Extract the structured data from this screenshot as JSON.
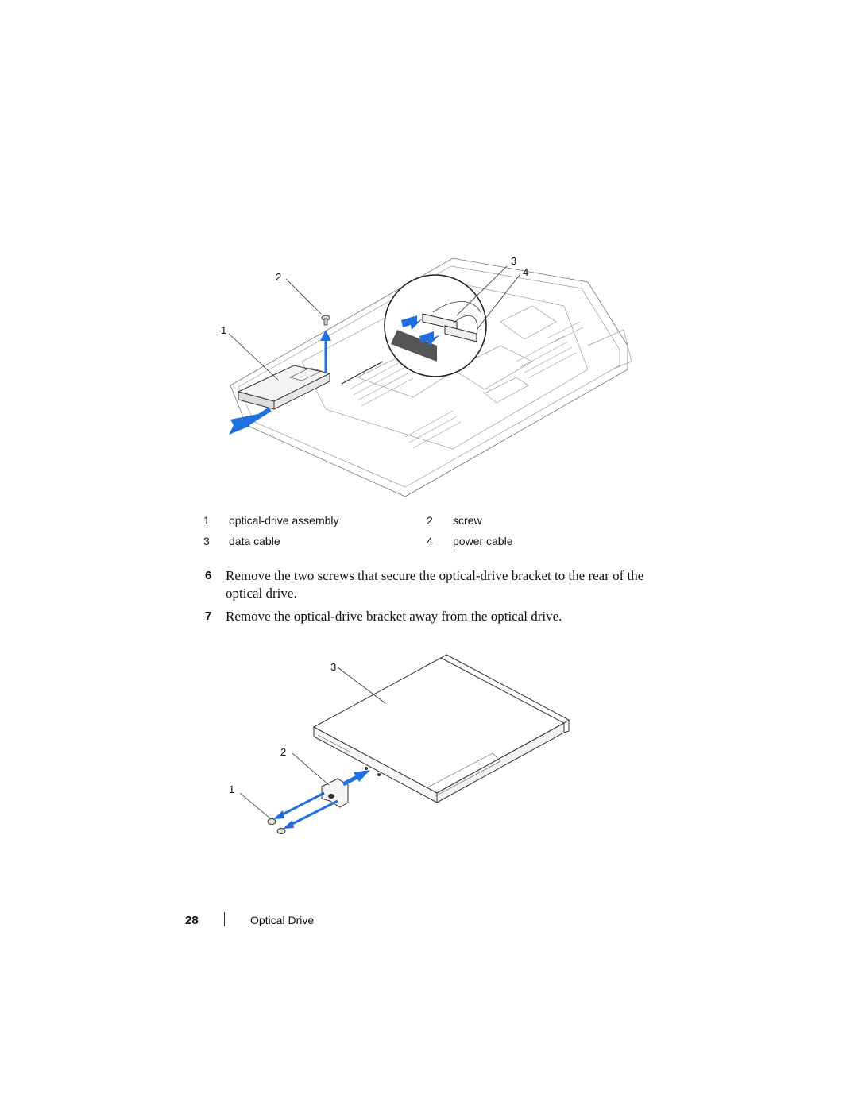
{
  "figure1": {
    "callouts": [
      "1",
      "2",
      "3",
      "4"
    ]
  },
  "callout_table": {
    "rows": [
      {
        "num_a": "1",
        "label_a": "optical-drive assembly",
        "num_b": "2",
        "label_b": "screw"
      },
      {
        "num_a": "3",
        "label_a": "data cable",
        "num_b": "4",
        "label_b": "power cable"
      }
    ]
  },
  "steps": [
    {
      "num": "6",
      "text": "Remove the two screws that secure the optical-drive bracket to the rear of the optical drive."
    },
    {
      "num": "7",
      "text": "Remove the optical-drive bracket away from the optical drive."
    }
  ],
  "figure2": {
    "callouts": [
      "1",
      "2",
      "3"
    ]
  },
  "footer": {
    "page_number": "28",
    "section": "Optical Drive"
  },
  "colors": {
    "arrow": "#1f6fe0",
    "line": "#333333"
  }
}
